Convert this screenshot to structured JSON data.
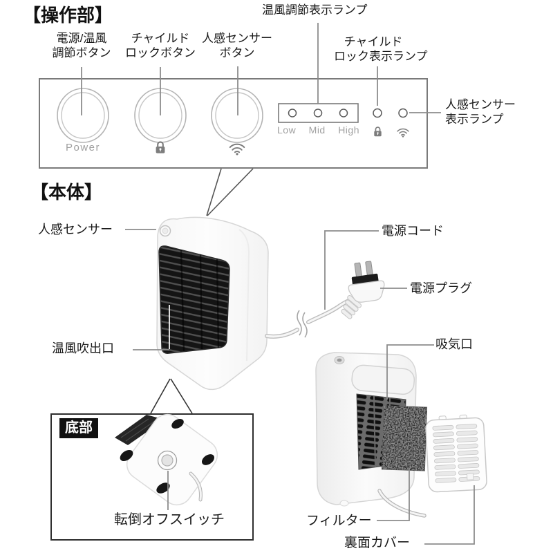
{
  "controls": {
    "title": "【操作部】",
    "callouts": {
      "power_button": {
        "line1": "電源/温風",
        "line2": "調節ボタン"
      },
      "child_lock_button": {
        "line1": "チャイルド",
        "line2": "ロックボタン"
      },
      "sensor_button": {
        "line1": "人感センサー",
        "line2": "ボタン"
      },
      "heat_lamp": "温風調節表示ランプ",
      "child_lock_lamp": {
        "line1": "チャイルド",
        "line2": "ロック表示ランプ"
      },
      "sensor_lamp": {
        "line1": "人感センサー",
        "line2": "表示ランプ"
      }
    },
    "panel": {
      "power_label": "Power",
      "lamp_levels": [
        "Low",
        "Mid",
        "High"
      ]
    }
  },
  "body": {
    "title": "【本体】",
    "callouts": {
      "motion_sensor": "人感センサー",
      "power_cord": "電源コード",
      "power_plug": "電源プラグ",
      "air_outlet": "温風吹出口",
      "air_intake": "吸気口",
      "filter": "フィルター",
      "back_cover": "裏面カバー",
      "bottom_badge": "底部",
      "tipover_switch": "転倒オフスイッチ"
    }
  },
  "colors": {
    "leader_line": "#8c8c8c",
    "panel_border": "#7a7a7a",
    "text": "#1a1a1a",
    "muted_label": "#a0a0a0",
    "grille_dark": "#161616",
    "badge_bg": "#111111",
    "body_white": "#fbfbfb"
  }
}
